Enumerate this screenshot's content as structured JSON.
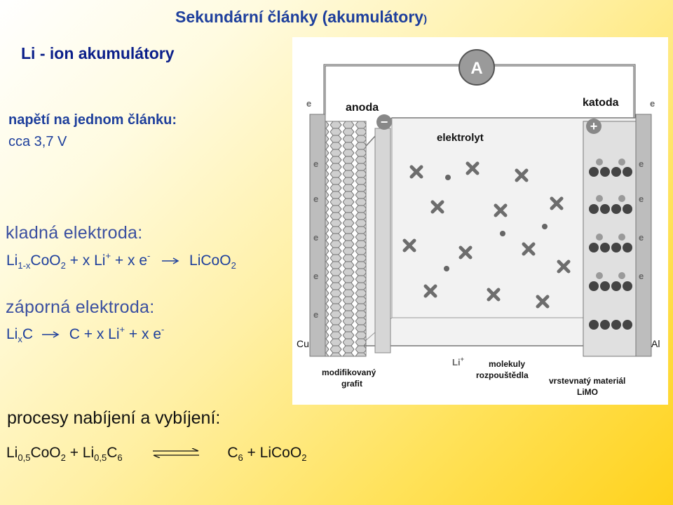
{
  "title": "Sekundární články (akumulátory",
  "title_paren": ")",
  "subtitle": "Li - ion akumulátory",
  "voltage_label": "napětí na jednom článku:",
  "voltage_value": "cca 3,7 V",
  "positive": {
    "heading": "kladná elektroda:",
    "eq_li": "Li",
    "eq_sub1": "1-x",
    "eq_coo": "CoO",
    "eq_sub2": "2",
    "eq_plus_xli": " + x Li",
    "eq_sup_plus": "+",
    "eq_plus_xe": "  + x e",
    "eq_sup_minus": "-",
    "eq_product": "LiCoO",
    "eq_product_sub": "2"
  },
  "negative": {
    "heading": "záporná elektroda:",
    "eq_li": "Li",
    "eq_subx": "x",
    "eq_c": "C",
    "eq_rhs": "C  +  x Li",
    "eq_sup_plus": "+",
    "eq_plus_xe": "  +  x e",
    "eq_sup_minus": "-"
  },
  "process": {
    "heading": "procesy nabíjení  a vybíjení:",
    "li": "Li",
    "sub05a": "0,5",
    "coo": "CoO",
    "sub2": "2",
    "plus_li": " + Li",
    "sub05b": "0,5",
    "c": "C",
    "sub6": "6",
    "c6": "C",
    "sub6b": "6",
    "rhs": "  +  LiCoO",
    "sub2b": "2"
  },
  "diagram": {
    "ammeter": "A",
    "anode": "anoda",
    "cathode": "katoda",
    "electrolyte": "elektrolyt",
    "cu": "Cu",
    "al": "Al",
    "li_plus": "Li",
    "li_plus_sup": "+",
    "graphite1": "modifikovaný",
    "graphite2": "grafit",
    "solvent1": "molekuly",
    "solvent2": "rozpouštědla",
    "layered1": "vrstevnatý materiál",
    "layered2": "LiMO",
    "electron": "e",
    "minus": "−",
    "plus": "+"
  }
}
